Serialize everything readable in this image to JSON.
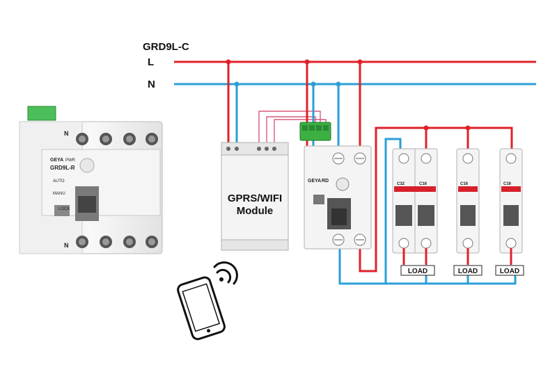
{
  "diagram": {
    "title": "GRD9L-C",
    "line_label": "L",
    "neutral_label": "N",
    "module": {
      "line1": "GPRS/WIFI",
      "line2": "Module"
    },
    "rcbo_side": {
      "brand": "GEYA",
      "model": "GRD9L-R",
      "auto": "AUTO",
      "manu": "MANU",
      "lock": "LOCK",
      "pwr": "PWR",
      "n_top": "N",
      "n_bottom": "N"
    },
    "rcbo_front": {
      "brand": "GEYA",
      "code": "RD"
    },
    "mcbs": [
      {
        "rating": "C32"
      },
      {
        "rating": "C16"
      },
      {
        "rating": "C16"
      },
      {
        "rating": "C16"
      }
    ],
    "loads": [
      "LOAD",
      "LOAD",
      "LOAD"
    ],
    "colors": {
      "line": "#e0202a",
      "neutral": "#2a9fd6",
      "wire": "#d85a7a",
      "terminal": "#3cb043"
    }
  }
}
